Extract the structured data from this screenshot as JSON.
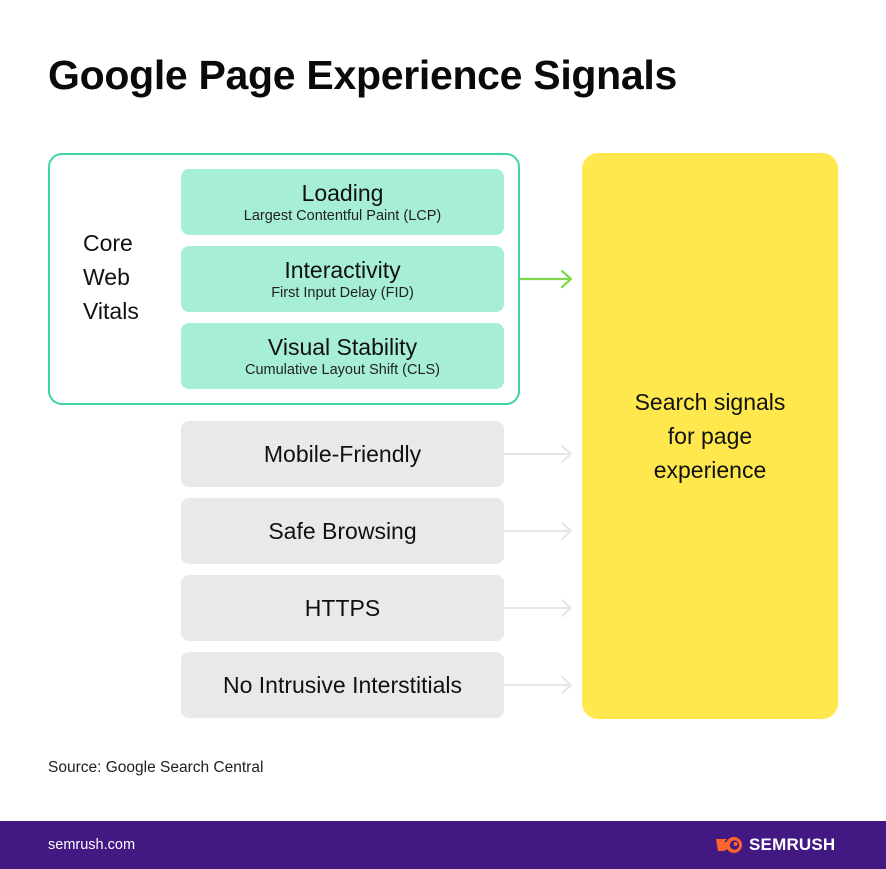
{
  "title": "Google Page Experience Signals",
  "core_web_vitals": {
    "label_lines": [
      "Core",
      "Web",
      "Vitals"
    ],
    "metrics": [
      {
        "title": "Loading",
        "subtitle": "Largest Contentful Paint (LCP)"
      },
      {
        "title": "Interactivity",
        "subtitle": "First Input Delay (FID)"
      },
      {
        "title": "Visual Stability",
        "subtitle": "Cumulative Layout Shift (CLS)"
      }
    ]
  },
  "other_signals": [
    {
      "label": "Mobile-Friendly"
    },
    {
      "label": "Safe Browsing"
    },
    {
      "label": "HTTPS"
    },
    {
      "label": "No Intrusive Interstitials"
    }
  ],
  "result": {
    "lines": [
      "Search signals",
      "for page",
      "experience"
    ]
  },
  "source": "Source: Google Search Central",
  "footer": {
    "url": "semrush.com",
    "brand": "SEMRUSH",
    "brand_icon": "semrush-fireball-icon"
  },
  "colors": {
    "cwv_border": "#3ed6a4",
    "cwv_box": "#a6efd6",
    "cwv_arrow": "#7fd84a",
    "signal_box": "#e9e9e9",
    "signal_arrow": "#e6e6e6",
    "result_box": "#ffe84d",
    "footer_bg": "#421983",
    "brand_orange": "#ff642d"
  }
}
